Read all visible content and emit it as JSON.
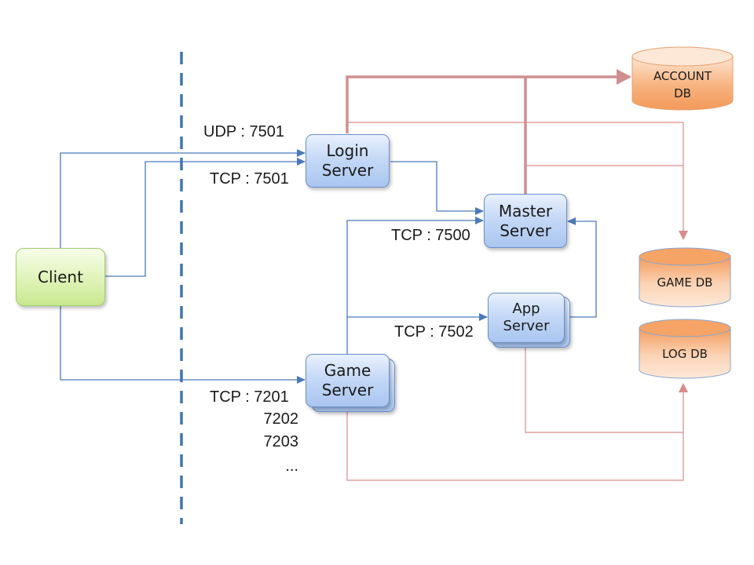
{
  "nodes": {
    "client": "Client",
    "login_server": [
      "Login",
      "Server"
    ],
    "master_server": [
      "Master",
      "Server"
    ],
    "app_server": [
      "App",
      "Server"
    ],
    "game_server": [
      "Game",
      "Server"
    ]
  },
  "databases": {
    "account_db": [
      "ACCOUNT",
      "DB"
    ],
    "game_db": "GAME DB",
    "log_db": "LOG DB"
  },
  "ports": {
    "login_udp": "UDP : 7501",
    "login_tcp": "TCP : 7501",
    "master_tcp": "TCP : 7500",
    "app_tcp": "TCP : 7502",
    "game_tcp": [
      "TCP : 7201",
      "7202",
      "7203",
      "..."
    ]
  },
  "colors": {
    "client_link": "#4a7ab9",
    "db_link": "#d98c8c",
    "account_link": "#d08f8f",
    "separator": "#3f76b0",
    "db_fill": "#f6a366"
  }
}
